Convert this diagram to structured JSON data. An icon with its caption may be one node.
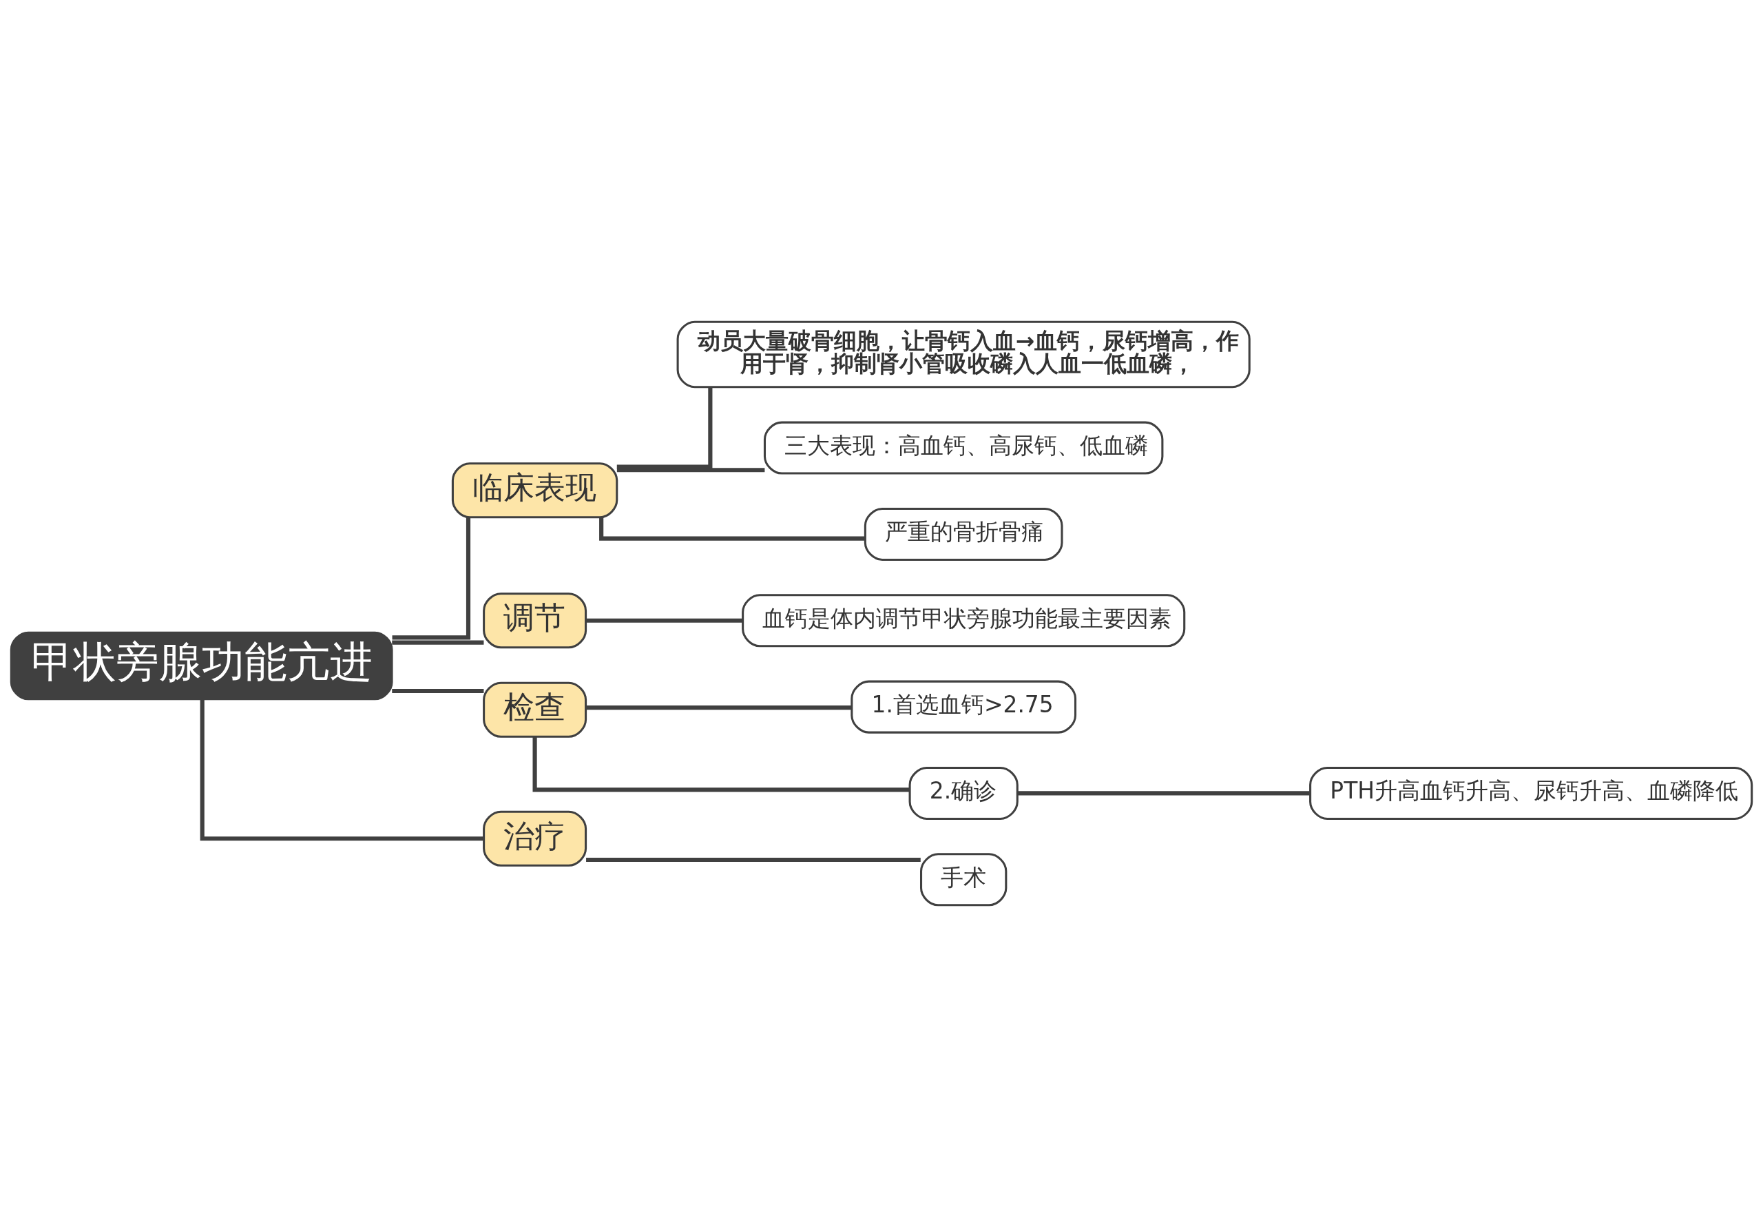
{
  "diagram": {
    "nodes": [
      {
        "text": [
          "甲状旁腺功能亢进"
        ]
      },
      {
        "text": [
          "临床表现"
        ]
      },
      {
        "text": [
          "动员大量破骨细胞，让骨钙入血→血钙，尿钙增高，作用于肾，抑制肾小管吸收磷入人血一低血磷，"
        ]
      },
      {
        "text": [
          "三大表现：高血钙、高尿钙、低血磷"
        ]
      },
      {
        "text": [
          "严重的骨折骨痛"
        ]
      },
      {
        "text": [
          "调节"
        ]
      },
      {
        "text": [
          "血钙是体内调节甲状旁腺功能最主要因素"
        ]
      },
      {
        "text": [
          "检查"
        ]
      },
      {
        "text": [
          "1.首选血钙>2.75"
        ]
      },
      {
        "text": [
          "2.确诊"
        ]
      },
      {
        "text": [
          "PTH升高血钙升高、尿钙升高、血磷降低"
        ]
      },
      {
        "text": [
          "治疗"
        ]
      },
      {
        "text": [
          "手术"
        ]
      }
    ],
    "edges": [
      {
        "from": 0,
        "to": 1,
        "arrow": "none"
      },
      {
        "from": 1,
        "to": 2,
        "arrow": "none"
      },
      {
        "from": 1,
        "to": 3,
        "arrow": "none"
      },
      {
        "from": 1,
        "to": 4,
        "arrow": "none"
      },
      {
        "from": 0,
        "to": 5,
        "arrow": "none"
      },
      {
        "from": 5,
        "to": 6,
        "arrow": "none"
      },
      {
        "from": 0,
        "to": 7,
        "arrow": "none"
      },
      {
        "from": 7,
        "to": 8,
        "arrow": "none"
      },
      {
        "from": 7,
        "to": 9,
        "arrow": "none"
      },
      {
        "from": 9,
        "to": 10,
        "arrow": "none"
      },
      {
        "from": 0,
        "to": 11,
        "arrow": "none"
      },
      {
        "from": 11,
        "to": 12,
        "arrow": "none"
      }
    ]
  }
}
